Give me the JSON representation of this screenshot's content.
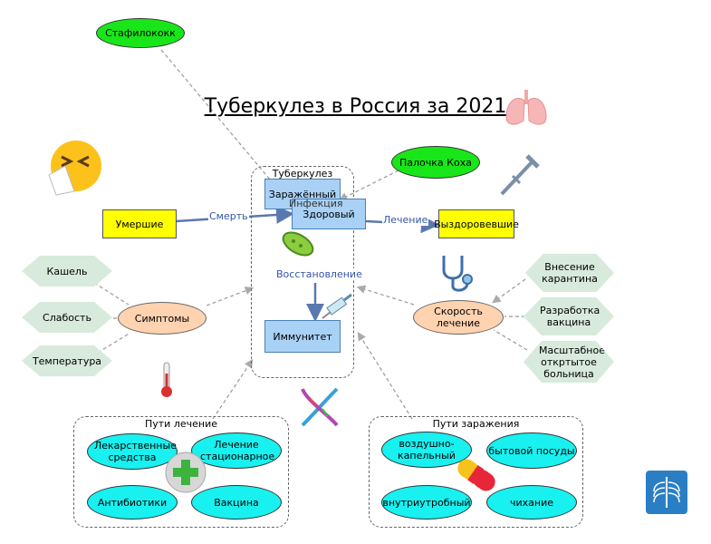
{
  "title": "Туберкулез в Россия за 2021",
  "groups": {
    "tb": "Туберкулез",
    "treatment": "Пути лечение",
    "infection": "Пути заражения"
  },
  "nodes": {
    "staph": "Стафилококк",
    "koch": "Палочка Коха",
    "infected": "Заражённый",
    "healthy": "Здоровый",
    "immunity": "Иммунитет",
    "dead": "Умершие",
    "recovered": "Выздоровевшие",
    "symptoms": "Симптомы",
    "cough": "Кашель",
    "weakness": "Слабость",
    "temperature": "Температура",
    "speed": "Скорость лечение",
    "quarantine": "Внесение карантина",
    "vaccine_dev": "Разработка вакцина",
    "hospital": "Масштабное откртытое больница",
    "drugs": "Лекарственные средства",
    "inpatient": "Лечение стационарное",
    "antibiotics": "Антибиотики",
    "vaccine": "Вакцина",
    "airborne": "воздушно-капельный",
    "dishes": "бытовой посуды",
    "intrauterine": "внутриутробный",
    "sneeze": "чихание"
  },
  "edge_labels": {
    "infection": "Инфекция",
    "death": "Смерть",
    "treatment": "Лечение",
    "recovery": "Восстановление"
  },
  "icons": [
    "lungs-icon",
    "sneezing-face-icon",
    "crutch-icon",
    "bacteria-icon",
    "stethoscope-icon",
    "syringe-icon",
    "thermometer-icon",
    "dna-icon",
    "first-aid-icon",
    "pill-icon",
    "xray-icon"
  ]
}
